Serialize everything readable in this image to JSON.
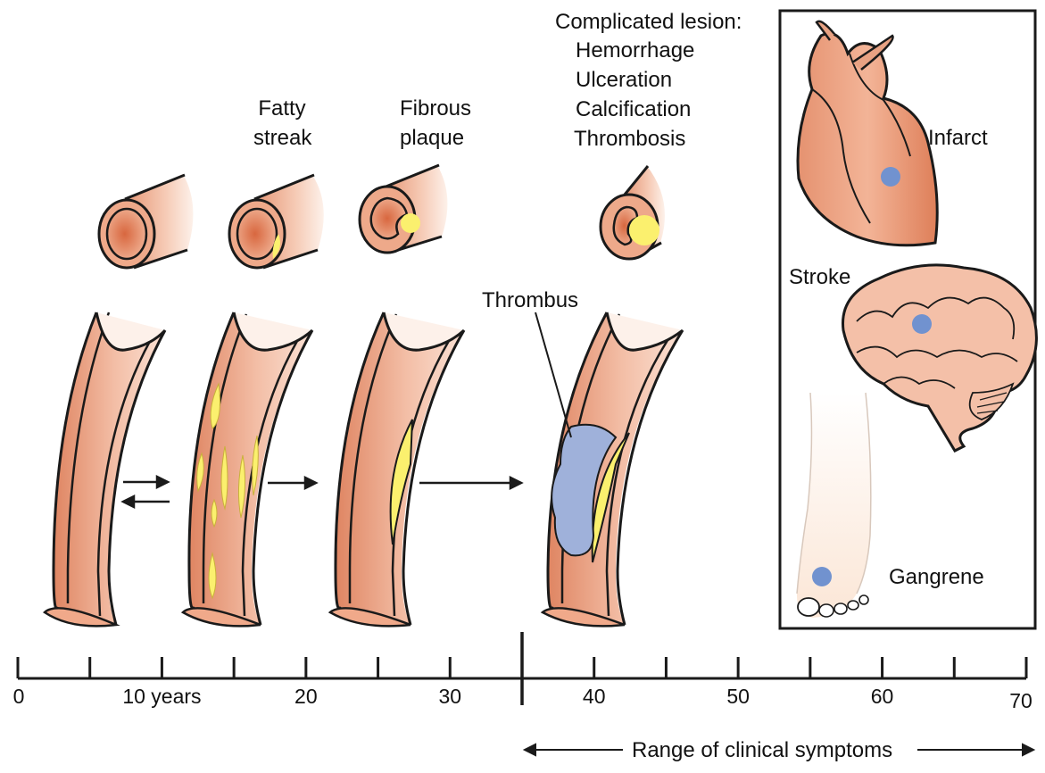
{
  "stages": [
    {
      "id": "normal",
      "label": ""
    },
    {
      "id": "fatty",
      "label": "Fatty streak"
    },
    {
      "id": "fibrous",
      "label": "Fibrous plaque"
    },
    {
      "id": "complicated",
      "label": "Complicated lesion:"
    }
  ],
  "fatty_streak": {
    "line1": "Fatty",
    "line2": "streak"
  },
  "fibrous_plaque": {
    "line1": "Fibrous",
    "line2": "plaque"
  },
  "complicated_lesion": {
    "title": "Complicated lesion:",
    "items": [
      "Hemorrhage",
      "Ulceration",
      "Calcification",
      "Thrombosis"
    ]
  },
  "thrombus_label": "Thrombus",
  "outcomes": {
    "infarct": "Infarct",
    "stroke": "Stroke",
    "gangrene": "Gangrene"
  },
  "timeline": {
    "tick_labels": [
      {
        "value": 0,
        "text": "0"
      },
      {
        "value": 10,
        "text": "10 years"
      },
      {
        "value": 20,
        "text": "20"
      },
      {
        "value": 30,
        "text": "30"
      },
      {
        "value": 40,
        "text": "40"
      },
      {
        "value": 50,
        "text": "50"
      },
      {
        "value": 60,
        "text": "60"
      },
      {
        "value": 70,
        "text": "70"
      }
    ],
    "range_label": "Range of clinical symptoms"
  },
  "colors": {
    "vessel_wall": "#e9a07f",
    "vessel_lumen_dark": "#d9714d",
    "vessel_light": "#fbe3d6",
    "plaque": "#fbf06e",
    "thrombus": "#9fb1da",
    "marker": "#7192cf",
    "outline": "#1a1a1a"
  }
}
